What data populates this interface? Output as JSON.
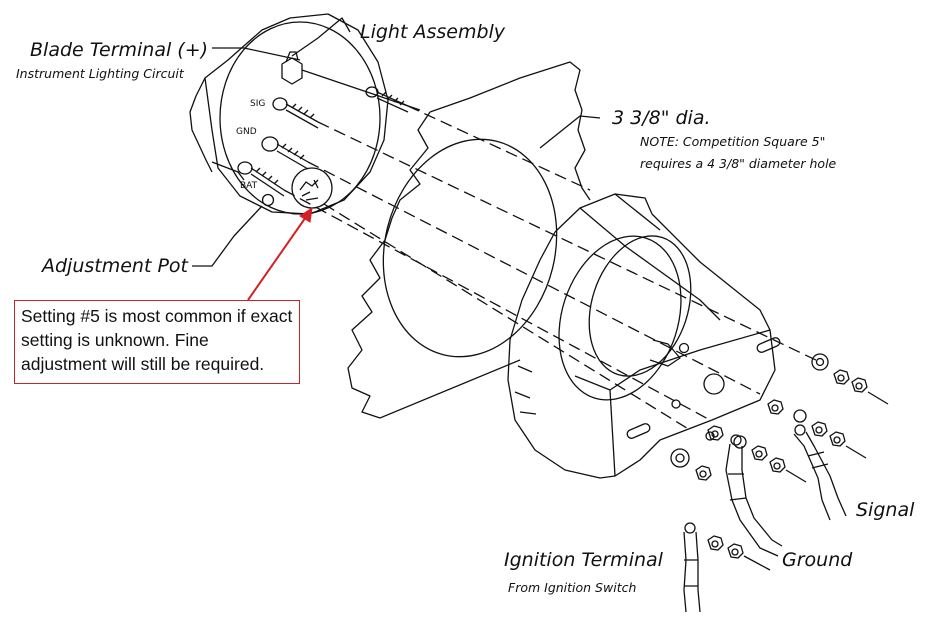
{
  "labels": {
    "blade_terminal": "Blade Terminal (+)",
    "instrument_lighting": "Instrument Lighting Circuit",
    "light_assembly": "Light Assembly",
    "diameter": "3 3/8\" dia.",
    "note_line1": "NOTE: Competition Square 5\"",
    "note_line2": "requires a 4 3/8\" diameter hole",
    "adjustment_pot": "Adjustment Pot",
    "ignition_terminal": "Ignition Terminal",
    "from_ignition": "From Ignition Switch",
    "ground": "Ground",
    "signal": "Signal",
    "sig": "SIG",
    "gnd": "GND",
    "bat": "BAT"
  },
  "callout": {
    "text": "Setting #5 is most common if exact setting is unknown. Fine adjustment will still be required."
  },
  "colors": {
    "callout_border": "#c0272d",
    "arrow": "#d42026",
    "line": "#111111"
  }
}
